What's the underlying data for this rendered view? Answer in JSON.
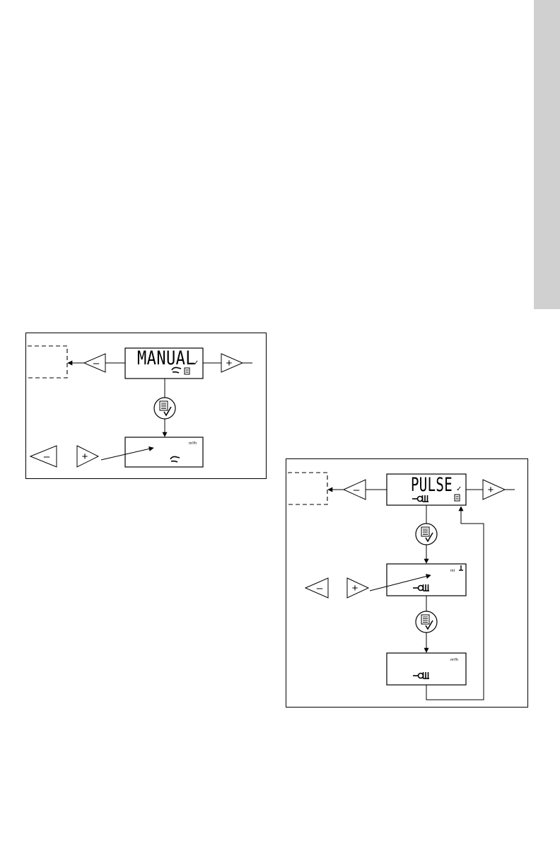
{
  "colors": {
    "side_tab": "#d0d0d0",
    "line": "#000000"
  },
  "figure_manual": {
    "display_mode_text": "MANUAL",
    "confirm_symbol": "✓",
    "minus_label": "–",
    "plus_label": "+",
    "rate_unit": "m³/h",
    "mode_icon": "manual-hand-icon",
    "menu_icon": "menu-confirm-icon"
  },
  "figure_pulse": {
    "display_mode_text": "PULSE",
    "confirm_symbol": "✓",
    "minus_label": "–",
    "plus_label": "+",
    "volume_unit": "ml",
    "rate_unit": "m³/h",
    "mode_icon": "pulse-input-icon",
    "menu_icon": "menu-confirm-icon"
  }
}
